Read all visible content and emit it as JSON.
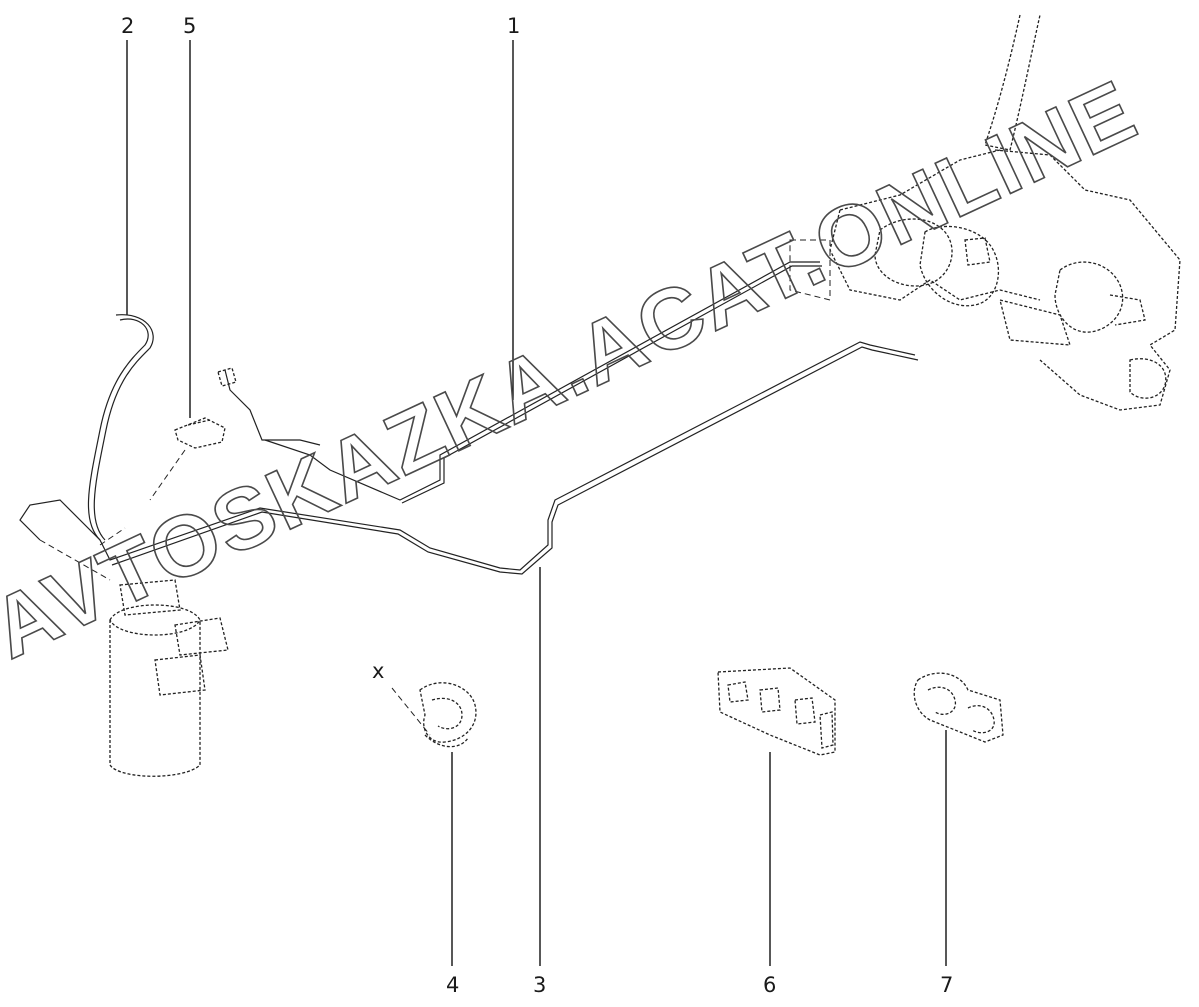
{
  "callouts": [
    {
      "id": "1",
      "label": "1"
    },
    {
      "id": "2",
      "label": "2"
    },
    {
      "id": "3",
      "label": "3"
    },
    {
      "id": "4",
      "label": "4"
    },
    {
      "id": "5",
      "label": "5"
    },
    {
      "id": "6",
      "label": "6"
    },
    {
      "id": "7",
      "label": "7"
    }
  ],
  "small_marker": "x",
  "watermark": "AVTOSKAZKA.ACAT.ONLINE"
}
